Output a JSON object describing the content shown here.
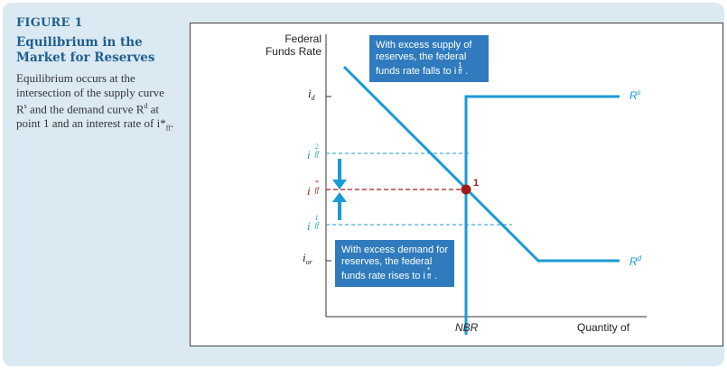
{
  "caption": {
    "figure_number": "FIGURE 1",
    "title": "Equilibrium in the Market for Reserves",
    "desc_1": "Equilibrium occurs at the intersection of the supply curve R",
    "desc_1_sup": "s",
    "desc_2": " and the demand curve R",
    "desc_2_sup": "d",
    "desc_3": " at point 1 and an interest rate of i*",
    "desc_3_sub": "ff",
    "desc_4": "."
  },
  "diagram": {
    "y_axis_label_line1": "Federal",
    "y_axis_label_line2": "Funds Rate",
    "x_axis_label": "Quantity of",
    "nbr_label": "NBR",
    "supply_label": "R",
    "supply_sup": "s",
    "demand_label": "R",
    "demand_sup": "d",
    "point_label": "1",
    "id_label": "i",
    "id_sub": "d",
    "ior_label": "i",
    "ior_sub": "or",
    "iff2_label": "i",
    "iff2_sub": "ff",
    "iff2_sup": "2",
    "iffstar_label": "i",
    "iffstar_sub": "ff",
    "iffstar_sup": "*",
    "iff1_label": "i",
    "iff1_sub": "ff",
    "iff1_sup": "1",
    "note_top": "With excess supply of reserves, the federal funds rate falls to i",
    "note_top_sub": "ff",
    "note_top_sup": "1",
    "note_top_end": ".",
    "note_bottom": "With excess demand for reserves, the federal funds rate rises to i",
    "note_bottom_sub": "ff",
    "note_bottom_sup": "*",
    "note_bottom_end": "."
  },
  "colors": {
    "curve": "#1a9ad6",
    "equilibrium_line": "#a01c1c",
    "note_bg": "#2f7bbd",
    "frame_bg": "#dbe9f3",
    "heading": "#1f5f8f"
  }
}
